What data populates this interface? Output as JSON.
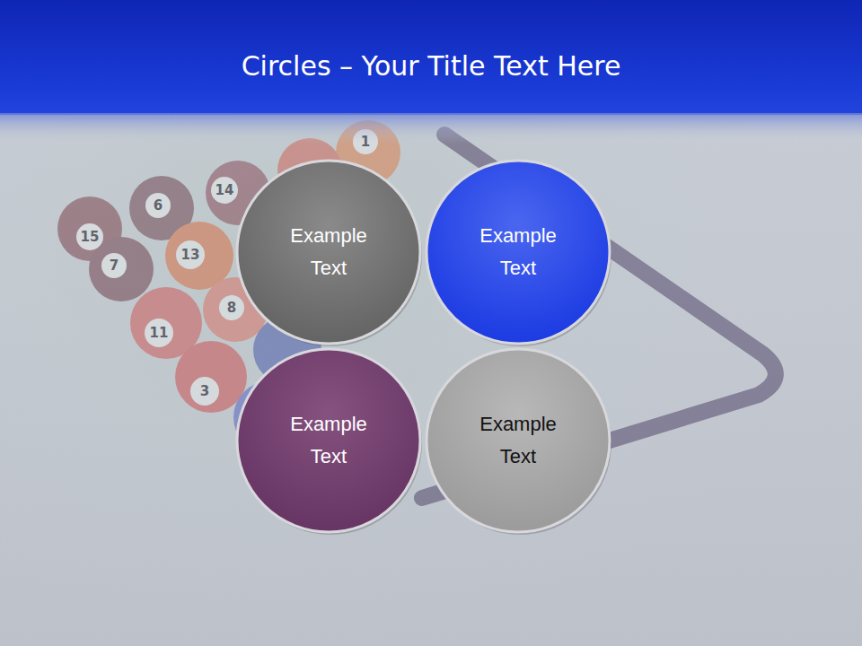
{
  "diagram": {
    "title": "Circles – Your Title Text Here",
    "nodes": [
      {
        "text": [
          "Example Text"
        ]
      },
      {
        "text": [
          "Example Text"
        ]
      },
      {
        "text": [
          "Example Text"
        ]
      },
      {
        "text": [
          "Example Text"
        ]
      }
    ],
    "labels": [
      "1",
      "14",
      "6",
      "15",
      "13",
      "7",
      "11",
      "8",
      "3"
    ]
  }
}
